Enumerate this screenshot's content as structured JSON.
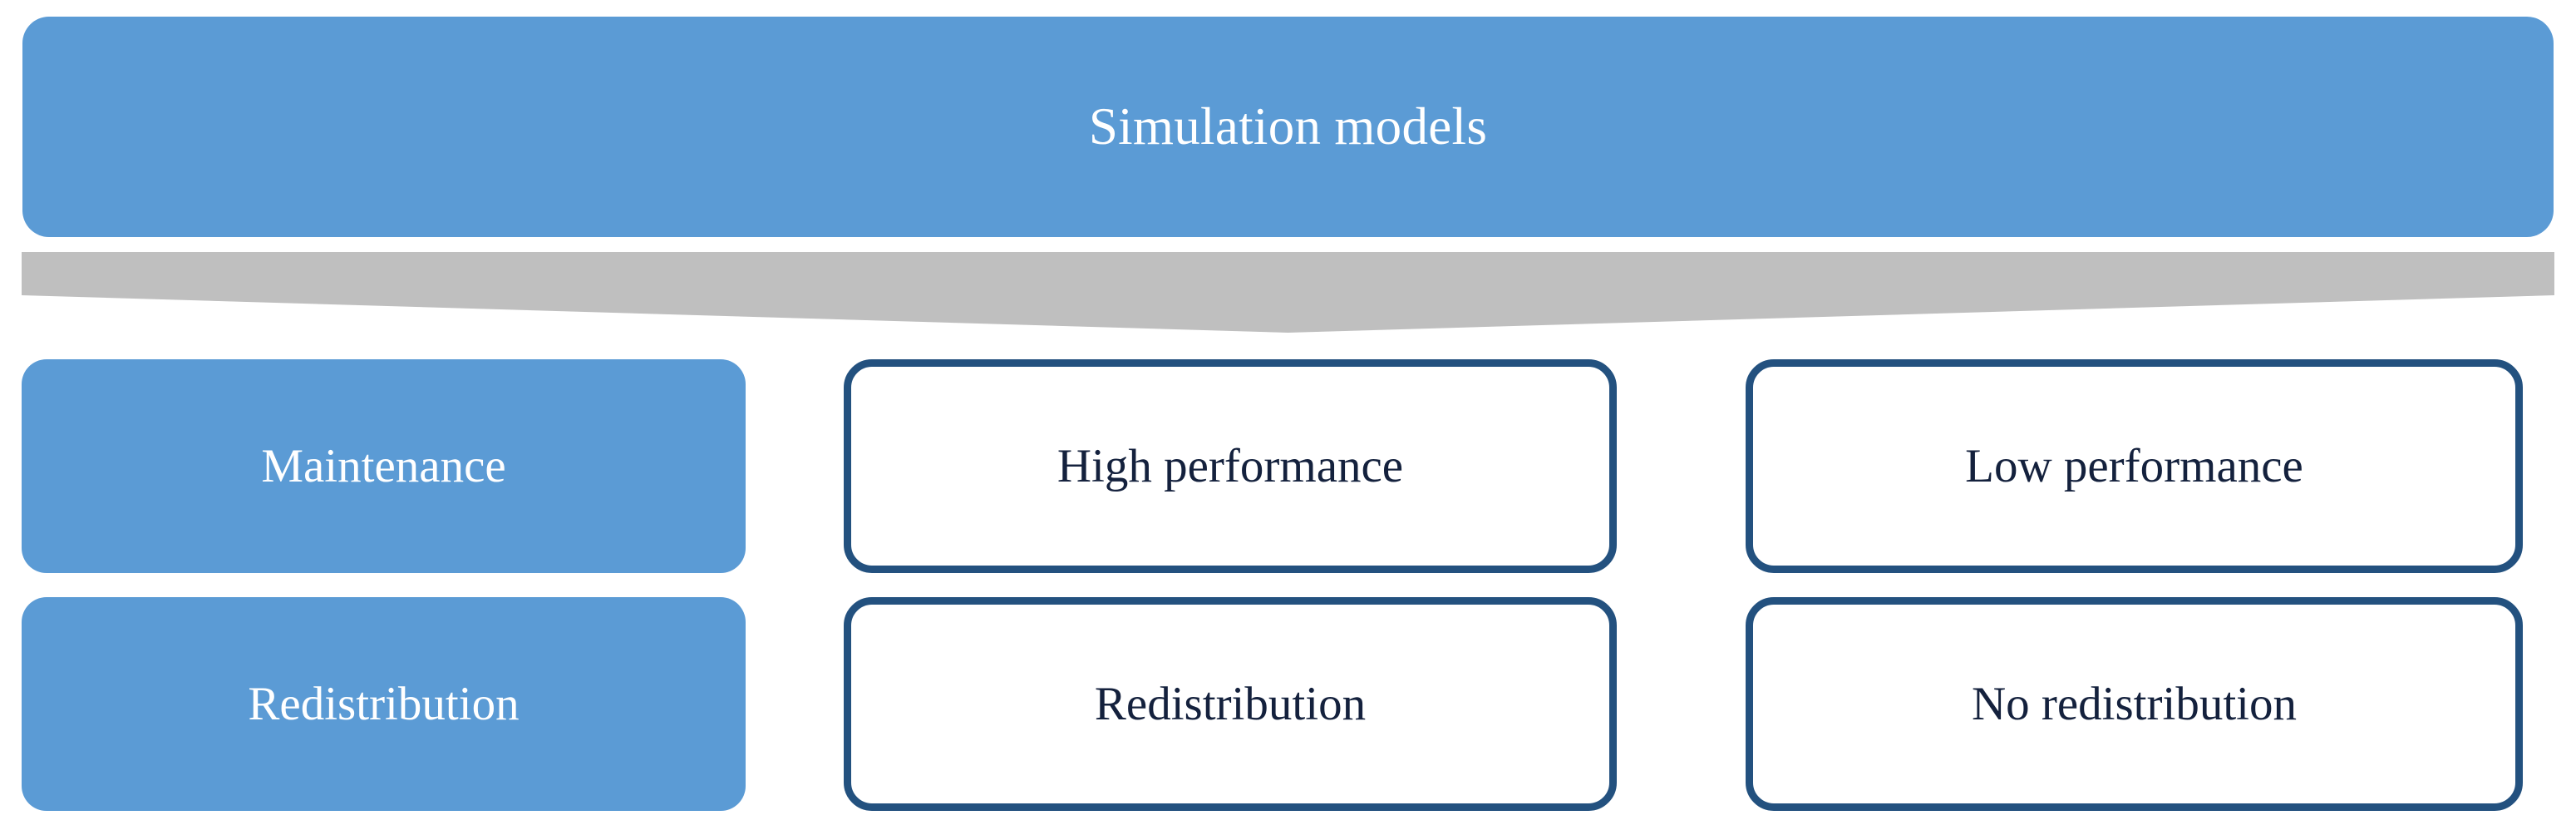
{
  "banner": {
    "title": "Simulation models",
    "fill_color": "#5B9BD5",
    "text_color": "#FFFFFF"
  },
  "connector": {
    "shape": "down-chevron-band",
    "color": "#BFBFBF"
  },
  "palette": {
    "accent_blue": "#5B9BD5",
    "outline_navy": "#23517F",
    "text_navy": "#14213D",
    "connector_gray": "#BFBFBF",
    "background": "#FFFFFF"
  },
  "grid": {
    "rows": [
      {
        "row_name": "performance-row",
        "cells": [
          {
            "label": "Maintenance",
            "style": "filled"
          },
          {
            "label": "High performance",
            "style": "outlined"
          },
          {
            "label": "Low performance",
            "style": "outlined"
          }
        ]
      },
      {
        "row_name": "redistribution-row",
        "cells": [
          {
            "label": "Redistribution",
            "style": "filled"
          },
          {
            "label": "Redistribution",
            "style": "outlined"
          },
          {
            "label": "No redistribution",
            "style": "outlined"
          }
        ]
      }
    ]
  }
}
